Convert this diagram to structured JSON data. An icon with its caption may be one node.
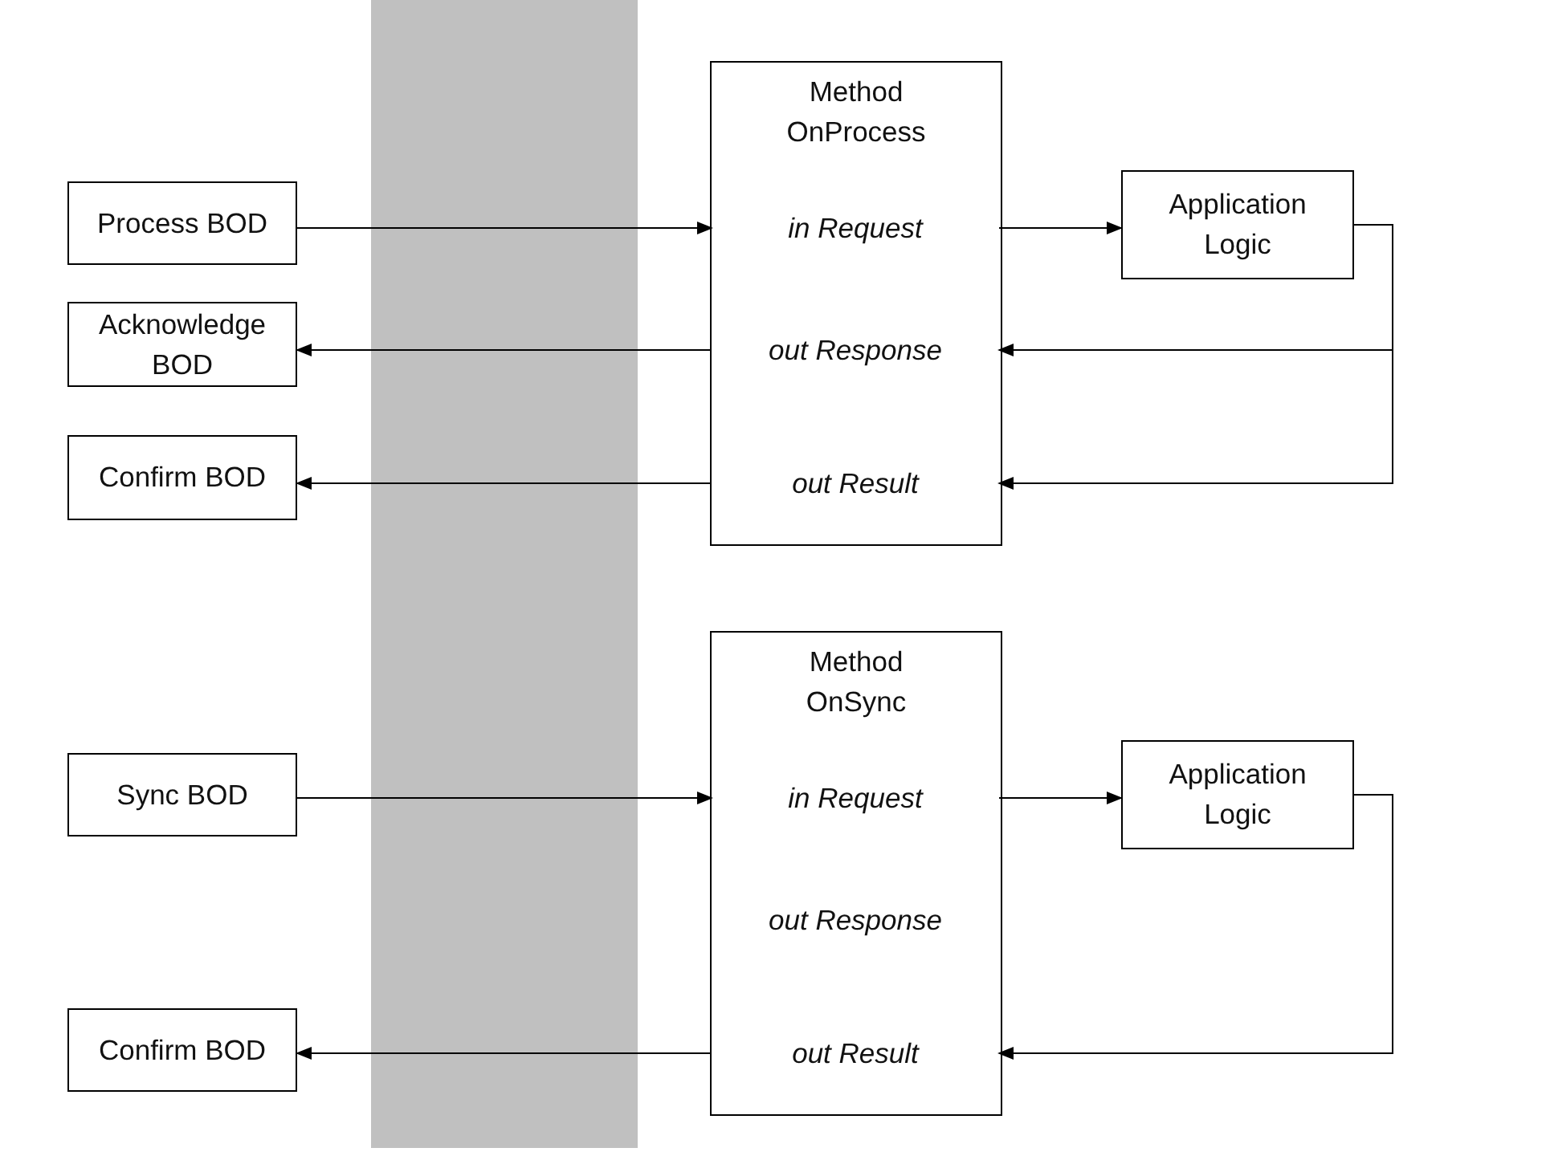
{
  "diagram": {
    "nodes": [
      {
        "text": [
          "Process BOD"
        ]
      },
      {
        "text": [
          "Acknowledge BOD"
        ]
      },
      {
        "text": [
          "Confirm BOD"
        ]
      },
      {
        "text": [
          "Method OnProcess"
        ]
      },
      {
        "text": [
          "in Request"
        ],
        "in": 3
      },
      {
        "text": [
          "out Response"
        ],
        "in": 3
      },
      {
        "text": [
          "out Result"
        ],
        "in": 3
      },
      {
        "text": [
          "Application Logic"
        ]
      },
      {
        "text": [
          "Sync BOD"
        ]
      },
      {
        "text": [
          "Confirm BOD"
        ]
      },
      {
        "text": [
          "Method OnSync"
        ]
      },
      {
        "text": [
          "in Request"
        ],
        "in": 10
      },
      {
        "text": [
          "out Response"
        ],
        "in": 10
      },
      {
        "text": [
          "out Result"
        ],
        "in": 10
      },
      {
        "text": [
          "Application Logic"
        ]
      }
    ],
    "edges": [
      {
        "from": 0,
        "to": 4,
        "arrow": "to"
      },
      {
        "from": 4,
        "to": 7,
        "arrow": "to"
      },
      {
        "from": 7,
        "to": 5,
        "arrow": "to"
      },
      {
        "from": 7,
        "to": 6,
        "arrow": "to"
      },
      {
        "from": 5,
        "to": 1,
        "arrow": "to"
      },
      {
        "from": 6,
        "to": 2,
        "arrow": "to"
      },
      {
        "from": 8,
        "to": 11,
        "arrow": "to"
      },
      {
        "from": 11,
        "to": 14,
        "arrow": "to"
      },
      {
        "from": 14,
        "to": 13,
        "arrow": "to"
      },
      {
        "from": 13,
        "to": 9,
        "arrow": "to"
      }
    ]
  }
}
